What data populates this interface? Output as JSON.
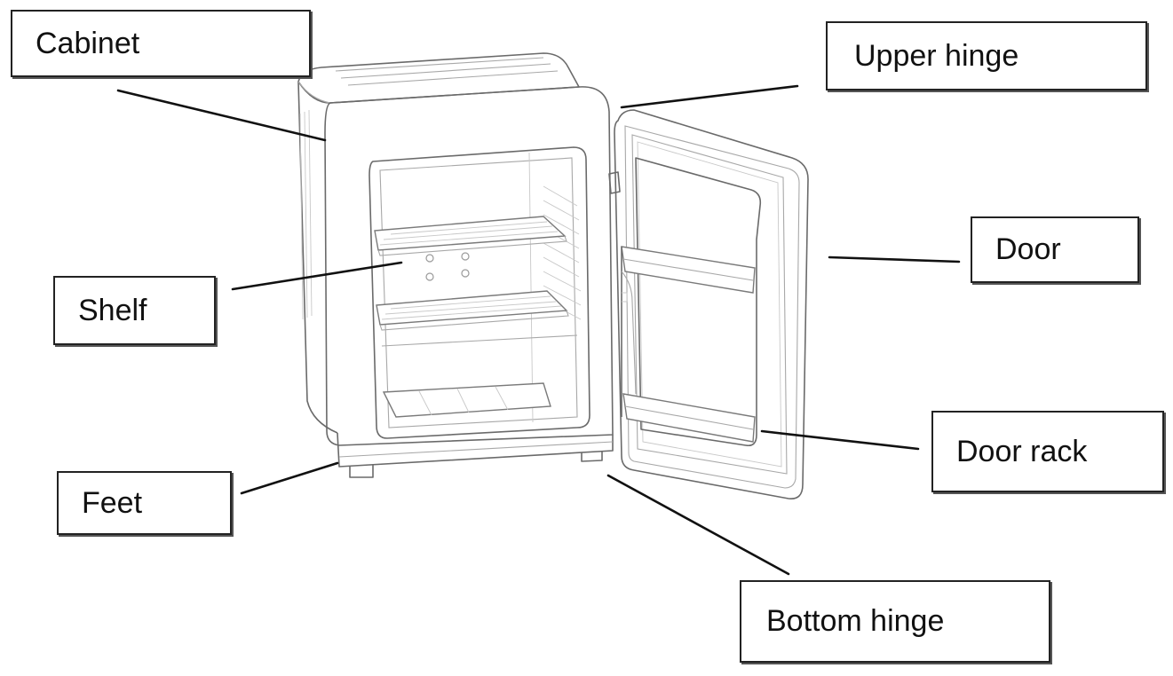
{
  "labels": {
    "cabinet": "Cabinet",
    "upper_hinge": "Upper hinge",
    "door": "Door",
    "shelf": "Shelf",
    "door_rack": "Door rack",
    "feet": "Feet",
    "bottom_hinge": "Bottom hinge"
  },
  "colors": {
    "line": "#111111",
    "outline": "#6a6a6a",
    "background": "#ffffff"
  }
}
